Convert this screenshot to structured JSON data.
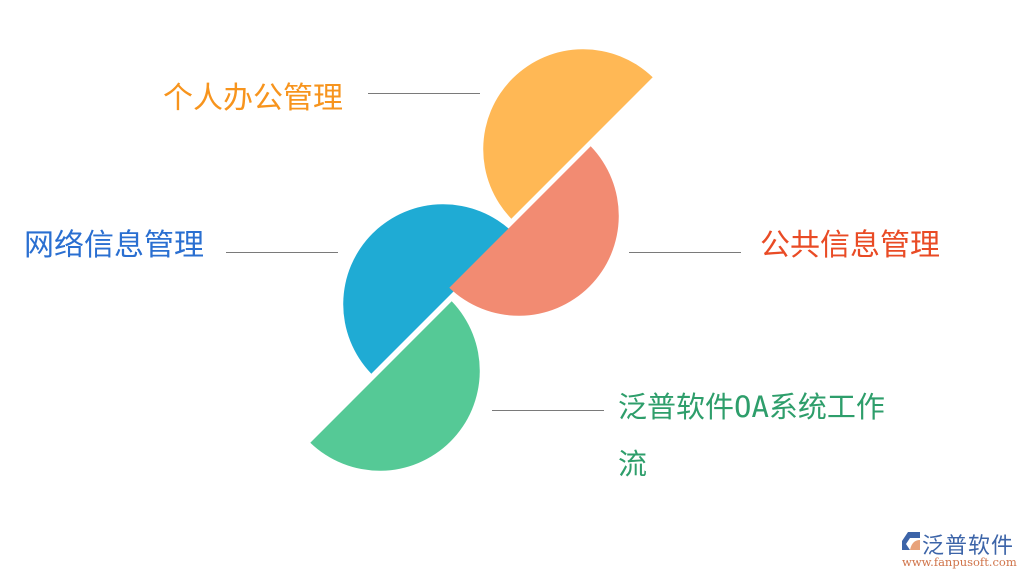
{
  "diagram": {
    "segments": [
      {
        "id": "personal",
        "label": "个人办公管理",
        "color": "#ffb855",
        "text_color": "#f7941d"
      },
      {
        "id": "public",
        "label": "公共信息管理",
        "color": "#f28b72",
        "text_color": "#e94b25"
      },
      {
        "id": "network",
        "label": "网络信息管理",
        "color": "#1fabd4",
        "text_color": "#2a6fd1"
      },
      {
        "id": "workflow",
        "label_line1": "泛普软件OA系统工作",
        "label_line2": "流",
        "color": "#55c996",
        "text_color": "#2e9e6b"
      }
    ]
  },
  "logo": {
    "name": "泛普软件",
    "url": "www.fanpusoft.com"
  }
}
